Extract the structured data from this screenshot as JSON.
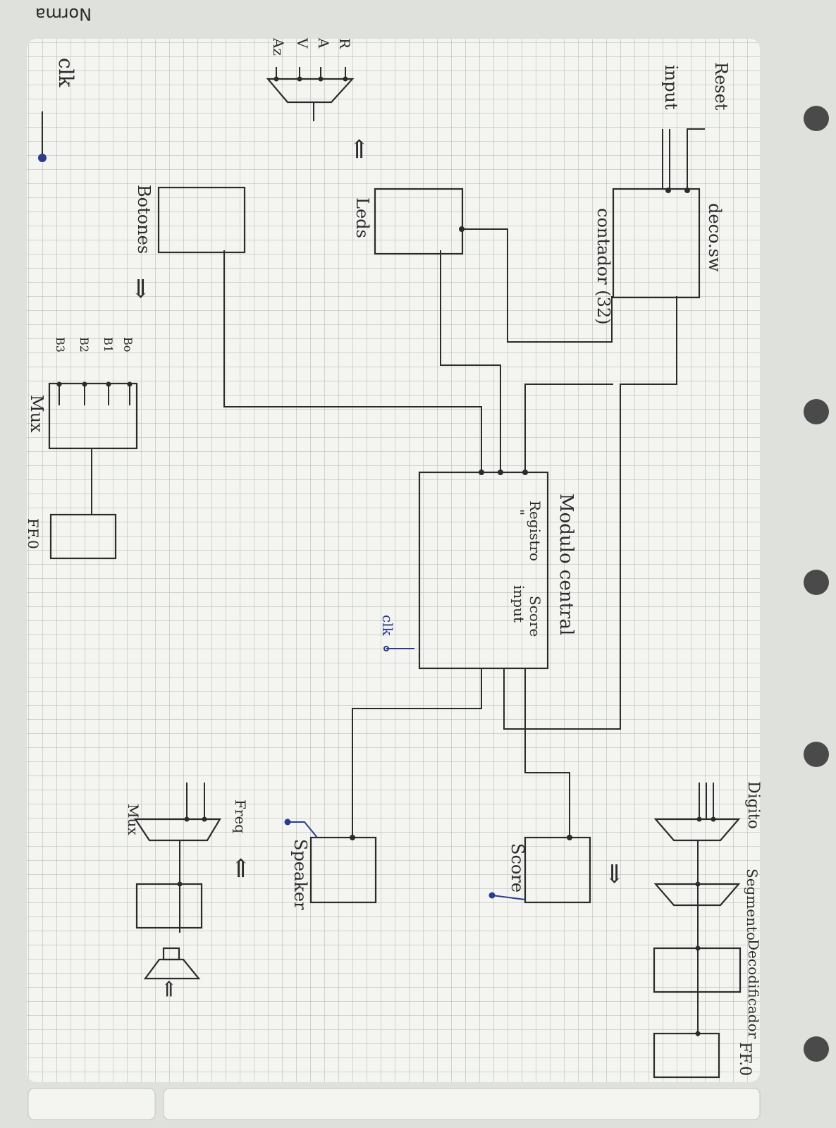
{
  "brand": {
    "logo_text": "Norma"
  },
  "clock": {
    "label": "clk"
  },
  "inputs": {
    "reset": "Reset",
    "input": "input"
  },
  "blocks": {
    "deco_sw": "deco.sw",
    "contador": "contador (32)",
    "leds": "Leds",
    "botones": "Botones",
    "mux_left": "Mux",
    "ff_left": "FF.0",
    "modulo_title": "Modulo central",
    "registro_label": "Registro",
    "registro_ditto": "\"",
    "score_label": "Score",
    "input_label": "input",
    "clk_label": "clk",
    "speaker": "Speaker",
    "score": "Score",
    "freq": "Freq",
    "mux_bottom": "Mux",
    "digito": "Digito",
    "segmento": "Segmento",
    "decodificador": "Decodificador",
    "ff_right": "FF.0"
  },
  "led_inputs": [
    "R",
    "A",
    "V",
    "Az"
  ],
  "button_inputs": [
    "Bo",
    "B1",
    "B2",
    "B3"
  ],
  "arrows": {
    "left": "⇐",
    "right": "⇒"
  },
  "colors": {
    "paper": "#f4f5f1",
    "grid": "#a9b2ae",
    "ink": "#2b2b2b",
    "blue_ink": "#2a3d8a"
  }
}
